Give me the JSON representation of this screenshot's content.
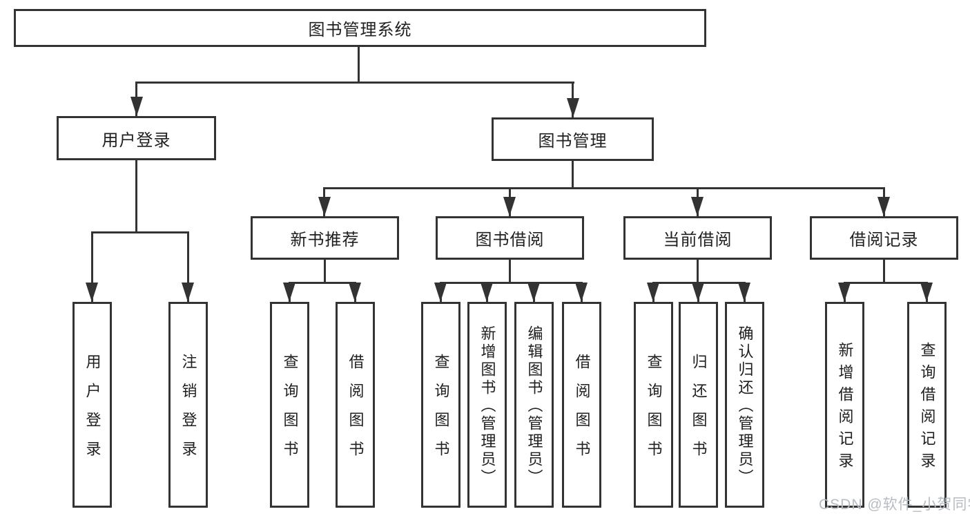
{
  "diagram": {
    "title_node": {
      "label": "图书管理系统"
    },
    "level2": [
      {
        "id": "user-login",
        "label": "用户登录"
      },
      {
        "id": "book-management",
        "label": "图书管理"
      }
    ],
    "level3": [
      {
        "id": "new-book-recommend",
        "label": "新书推荐"
      },
      {
        "id": "book-borrowing",
        "label": "图书借阅"
      },
      {
        "id": "current-borrowing",
        "label": "当前借阅"
      },
      {
        "id": "borrowing-records",
        "label": "借阅记录"
      }
    ],
    "leaves": [
      {
        "parent": "用户登录",
        "label": "用户登录"
      },
      {
        "parent": "用户登录",
        "label": "注销登录"
      },
      {
        "parent": "新书推荐",
        "label": "查询图书"
      },
      {
        "parent": "新书推荐",
        "label": "借阅图书"
      },
      {
        "parent": "图书借阅",
        "label": "查询图书"
      },
      {
        "parent": "图书借阅",
        "label": "新增图书（管理员）"
      },
      {
        "parent": "图书借阅",
        "label": "编辑图书（管理员）"
      },
      {
        "parent": "图书借阅",
        "label": "借阅图书"
      },
      {
        "parent": "当前借阅",
        "label": "查询图书"
      },
      {
        "parent": "当前借阅",
        "label": "归还图书"
      },
      {
        "parent": "当前借阅",
        "label": "确认归还（管理员）"
      },
      {
        "parent": "借阅记录",
        "label": "新增借阅记录"
      },
      {
        "parent": "借阅记录",
        "label": "查询借阅记录"
      }
    ]
  },
  "watermark": {
    "text": "CSDN @软件_小贺同学"
  },
  "colors": {
    "line": "#333333",
    "text": "#1f1f1f",
    "watermark": "#b6bcc2",
    "background": "#ffffff"
  }
}
